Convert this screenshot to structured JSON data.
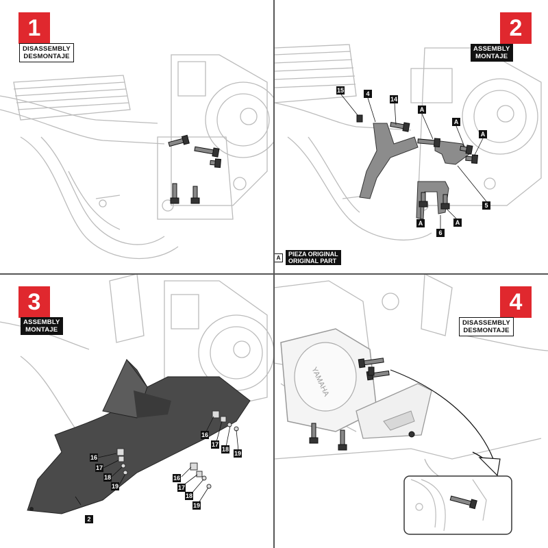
{
  "steps": [
    {
      "number": "1",
      "mode": "DISASSEMBLY\nDESMONTAJE"
    },
    {
      "number": "2",
      "mode": "ASSEMBLY\nMONTAJE"
    },
    {
      "number": "3",
      "mode": "ASSEMBLY\nMONTAJE"
    },
    {
      "number": "4",
      "mode": "DISASSEMBLY\nDESMONTAJE"
    }
  ],
  "step2_callouts": [
    "15",
    "4",
    "14",
    "A",
    "A",
    "A",
    "5",
    "A",
    "6",
    "A"
  ],
  "legend": {
    "marker": "A",
    "line1": "PIEZA ORIGINAL",
    "line2": "ORIGINAL PART"
  },
  "step3_callouts": [
    "16",
    "17",
    "18",
    "19",
    "16",
    "17",
    "18",
    "19",
    "16",
    "17",
    "18",
    "19",
    "2"
  ],
  "brand_mark": "YAMAHA",
  "colors": {
    "accent_red": "#e0282e",
    "label_black": "#111111",
    "part_gray": "#8c8c8c",
    "skid_plate": "#4a4a4a"
  }
}
